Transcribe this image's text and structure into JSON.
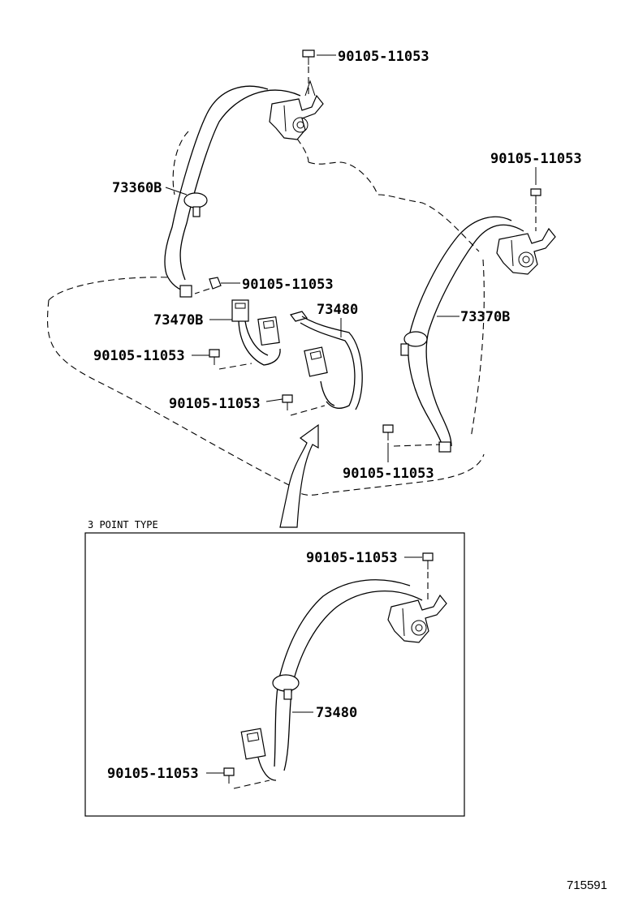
{
  "callouts": {
    "bolt_top": "90105-11053",
    "bolt_right_top": "90105-11053",
    "belt_left": "73360B",
    "bolt_left_mid": "90105-11053",
    "buckle_left": "73470B",
    "buckle_center": "73480",
    "belt_right": "73370B",
    "bolt_left_low": "90105-11053",
    "bolt_center_low": "90105-11053",
    "bolt_right_low": "90105-11053"
  },
  "inset": {
    "title": "3 POINT TYPE",
    "bolt_top": "90105-11053",
    "belt": "73480",
    "bolt_bottom": "90105-11053"
  },
  "figure_code": "715591"
}
